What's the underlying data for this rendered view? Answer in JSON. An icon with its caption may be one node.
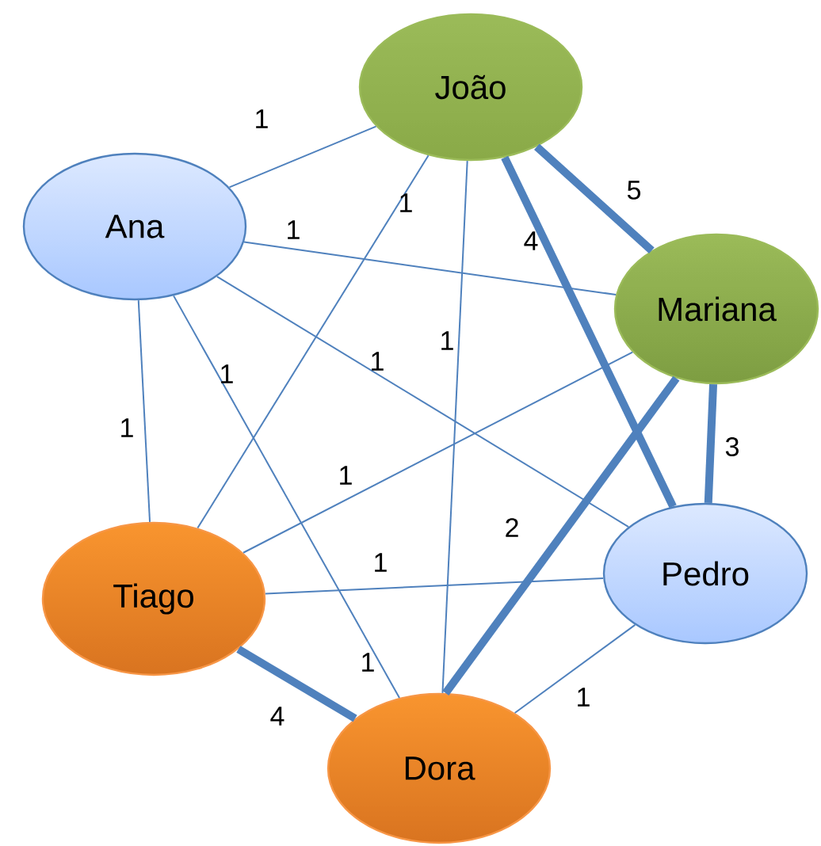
{
  "diagram": {
    "nodes": [
      {
        "text": [
          "João"
        ]
      },
      {
        "text": [
          "Ana"
        ]
      },
      {
        "text": [
          "Mariana"
        ]
      },
      {
        "text": [
          "Pedro"
        ]
      },
      {
        "text": [
          "Tiago"
        ]
      },
      {
        "text": [
          "Dora"
        ]
      }
    ],
    "edges": [
      {
        "from": 1,
        "to": 0,
        "arrow": "none",
        "label": "1"
      },
      {
        "from": 1,
        "to": 2,
        "arrow": "none",
        "label": "1"
      },
      {
        "from": 1,
        "to": 3,
        "arrow": "none",
        "label": "1"
      },
      {
        "from": 1,
        "to": 4,
        "arrow": "none",
        "label": "1"
      },
      {
        "from": 1,
        "to": 5,
        "arrow": "none",
        "label": "1"
      },
      {
        "from": 0,
        "to": 2,
        "arrow": "none",
        "label": "5",
        "style": "thick"
      },
      {
        "from": 0,
        "to": 3,
        "arrow": "none",
        "label": "4",
        "style": "thick"
      },
      {
        "from": 0,
        "to": 4,
        "arrow": "none",
        "label": "1"
      },
      {
        "from": 0,
        "to": 5,
        "arrow": "none",
        "label": "1"
      },
      {
        "from": 2,
        "to": 3,
        "arrow": "none",
        "label": "3",
        "style": "thick"
      },
      {
        "from": 2,
        "to": 5,
        "arrow": "none",
        "label": "2",
        "style": "thick"
      },
      {
        "from": 2,
        "to": 4,
        "arrow": "none",
        "label": "1"
      },
      {
        "from": 3,
        "to": 4,
        "arrow": "none",
        "label": "1"
      },
      {
        "from": 3,
        "to": 5,
        "arrow": "none",
        "label": "1"
      },
      {
        "from": 4,
        "to": 5,
        "arrow": "none",
        "label": "4",
        "style": "thick"
      }
    ],
    "labels": [
      "1"
    ]
  }
}
